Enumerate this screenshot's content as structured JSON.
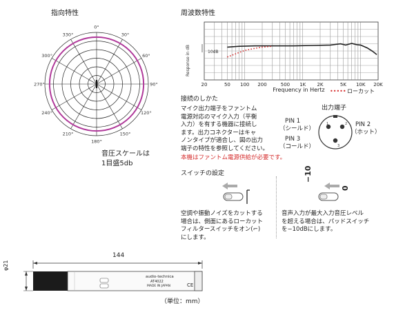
{
  "polar": {
    "title": "指向特性",
    "angles": [
      "0°",
      "30°",
      "60°",
      "90°",
      "120°",
      "150°",
      "180°",
      "210°",
      "240°",
      "270°",
      "300°",
      "330°"
    ],
    "scale_note_line1": "音圧スケールは",
    "scale_note_line2": "1目盛5db",
    "pattern_color": "#b0399a"
  },
  "freq": {
    "title": "周波数特性",
    "y_label": "Response in dB",
    "db_label": "10dB",
    "x_title": "Frequency in Hertz",
    "x_ticks": [
      "20",
      "50",
      "100",
      "200",
      "500",
      "1K",
      "2K",
      "5K",
      "10K",
      "20K"
    ],
    "legend_marker": "•••••",
    "legend_label": "ローカット",
    "response_color": "#222222",
    "lowcut_color": "#d42a2a"
  },
  "connection": {
    "title": "接続のしかた",
    "text": "マイク出力端子をファントム\n電源対応のマイク入力（平衡\n入力）を有する機器に接続し\nます。出力コネクターはキャ\nノンタイプが適合し、図の出力\n端子の特性を参照してください。",
    "warning": "本機はファントム電源供給が必要です。",
    "output_title": "出力端子",
    "pin1": "PIN 1",
    "pin1_name": "（シールド）",
    "pin2": "PIN 2",
    "pin2_name": "（ホット）",
    "pin3": "PIN 3",
    "pin3_name": "（コールド）",
    "pin_numbers": [
      "1",
      "2",
      "3"
    ]
  },
  "switch": {
    "title": "スイッチの設定",
    "lowcut_text": "空調や振動ノイズをカットする\n場合は、側面にあるローカット\nフィルタースイッチをオン(⌐)\nにします。",
    "pad_text": "音声入力が最大入力音圧レベル\nを超える場合は、パッドスイッチ\nを−10dBにします。",
    "pad_label_on": "−10",
    "pad_label_off": "0"
  },
  "dimensions": {
    "length": "144",
    "diameter": "φ21",
    "unit": "（単位：mm）",
    "brand": "audio-technica",
    "model": "AT4022",
    "made_in": "MADE IN JAPAN",
    "ce_mark": "CE"
  }
}
